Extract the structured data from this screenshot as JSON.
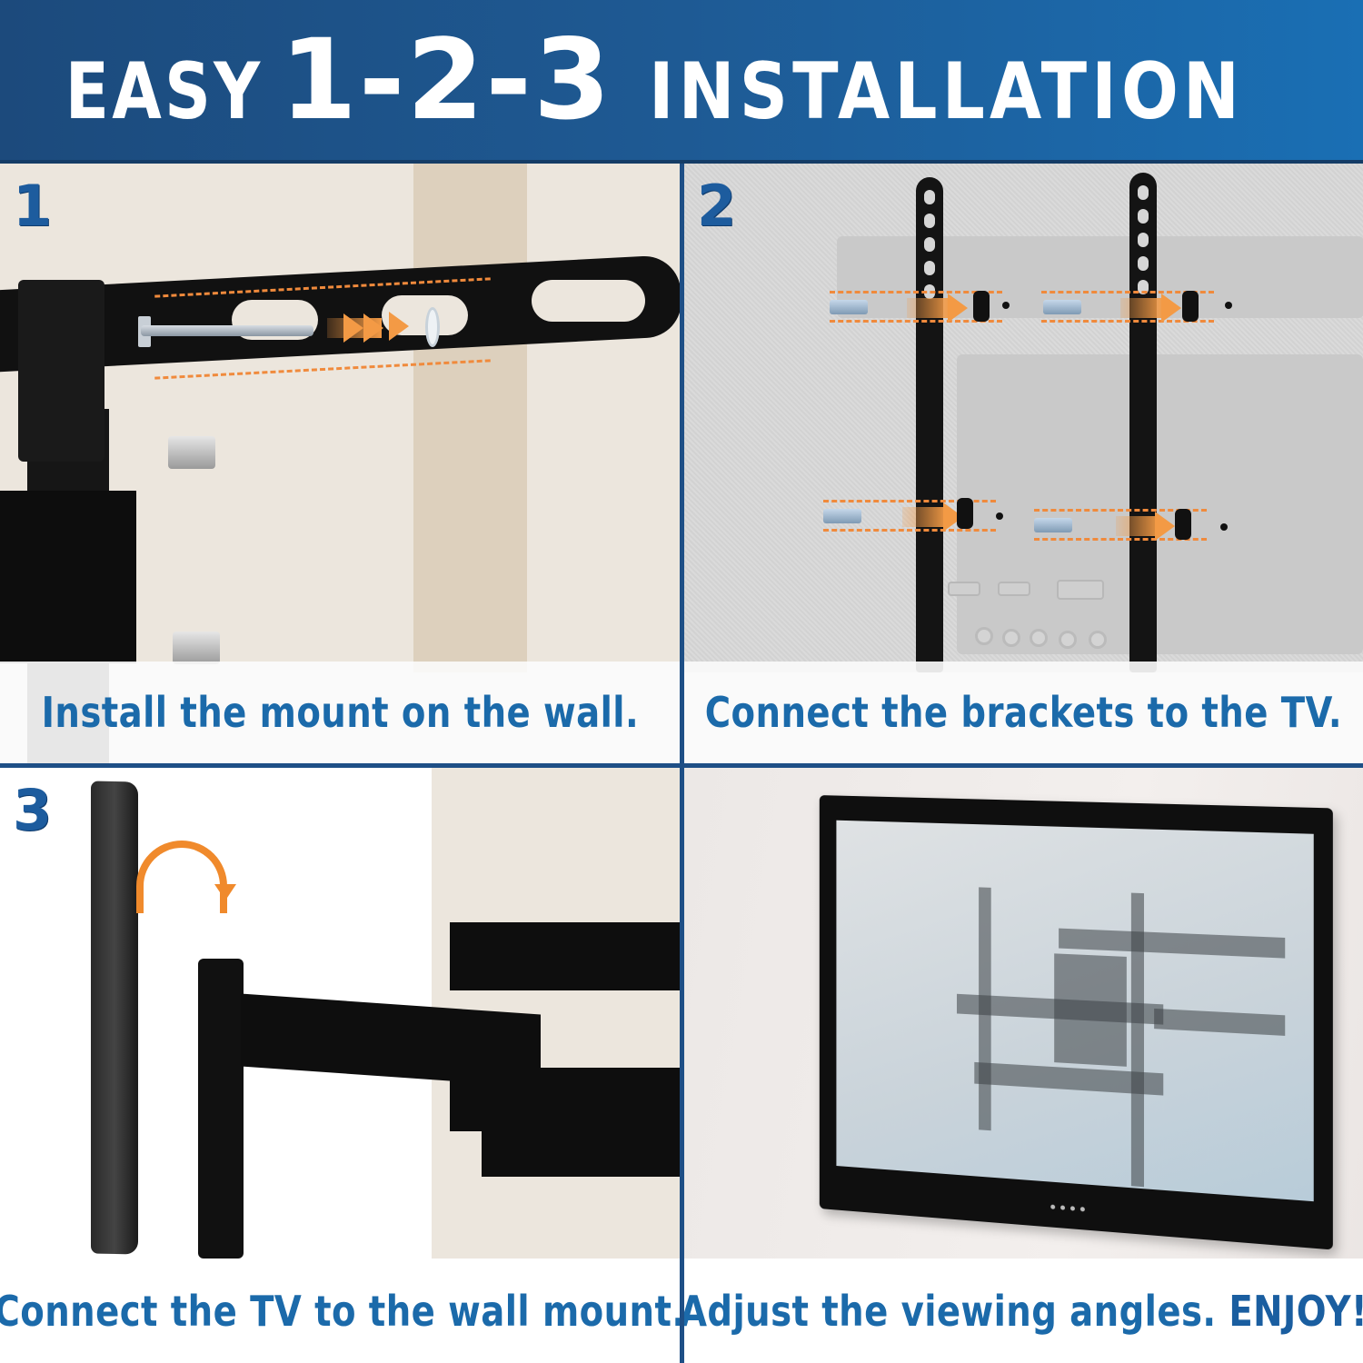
{
  "header": {
    "title_prefix": "EASY",
    "title_numbers": "1-2-3",
    "title_suffix": "INSTALLATION",
    "background_color": "#1e5a94",
    "text_color": "#ffffff"
  },
  "steps": [
    {
      "number": "1",
      "caption": "Install the mount on the wall.",
      "illustration": "wall-arm-bracket-with-lag-bolt"
    },
    {
      "number": "2",
      "caption": "Connect the brackets to the TV.",
      "illustration": "vertical-brackets-bolts-spacers-on-tv-back"
    },
    {
      "number": "3",
      "caption": "Connect the TV to the wall mount.",
      "illustration": "tv-hooking-onto-articulating-arm"
    },
    {
      "number": "",
      "caption": "Adjust the viewing angles.",
      "caption_emphasis": "ENJOY!",
      "illustration": "mounted-tv-with-ghosted-mount"
    }
  ],
  "colors": {
    "caption_text": "#1b6aaa",
    "step_number": "#1d5c9e",
    "divider": "#1e4f86",
    "accent_arrow": "#f39a45"
  },
  "icons": {
    "step_arrow": "orange-arrow-icon",
    "curved_arrow": "curved-arrow-icon"
  }
}
